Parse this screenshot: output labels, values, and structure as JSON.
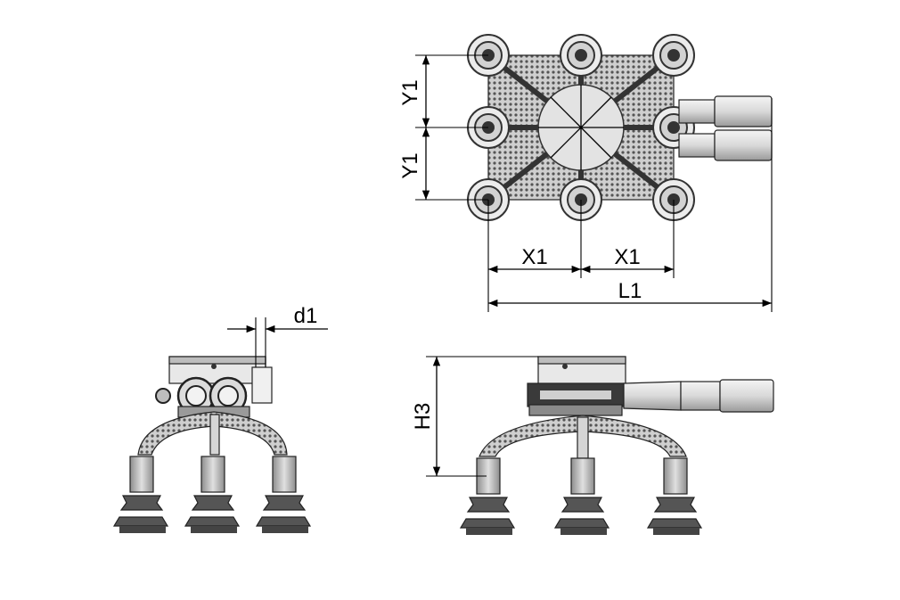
{
  "dimensions": {
    "y1_upper": "Y1",
    "y1_lower": "Y1",
    "x1_left": "X1",
    "x1_right": "X1",
    "l1": "L1",
    "d1": "d1",
    "h3": "H3"
  },
  "colors": {
    "line": "#000000",
    "part_fill": "#e6e6e6",
    "part_dark": "#555555",
    "mesh": "#777777",
    "background": "#ffffff"
  }
}
